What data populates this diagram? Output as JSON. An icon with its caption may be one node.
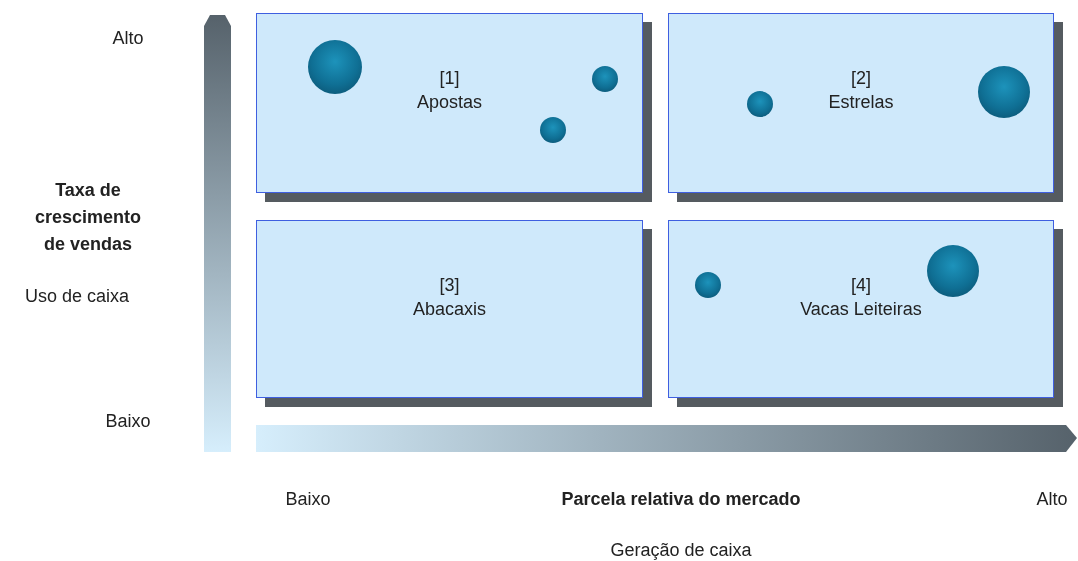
{
  "diagram": {
    "nodes": [
      {
        "text": [
          "[1]",
          "Apostas"
        ]
      },
      {
        "text": [
          "[2]",
          "Estrelas"
        ]
      },
      {
        "text": [
          "[3]",
          "Abacaxis"
        ]
      },
      {
        "text": [
          "[4]",
          "Vacas Leiteiras"
        ]
      },
      {
        "text": [],
        "shape": "circle",
        "in": 0
      },
      {
        "text": [],
        "shape": "circle",
        "in": 0
      },
      {
        "text": [],
        "shape": "circle",
        "in": 0
      },
      {
        "text": [],
        "shape": "circle",
        "in": 1
      },
      {
        "text": [],
        "shape": "circle",
        "in": 1
      },
      {
        "text": [],
        "shape": "circle",
        "in": 3
      },
      {
        "text": [],
        "shape": "circle",
        "in": 3
      }
    ],
    "edges": [],
    "labels": [
      "Alto",
      "Taxa de crescimento de vendas",
      "Uso de caixa",
      "Baixo",
      "Baixo",
      "Parcela relativa do mercado",
      "Alto",
      "Geração de caixa"
    ]
  }
}
